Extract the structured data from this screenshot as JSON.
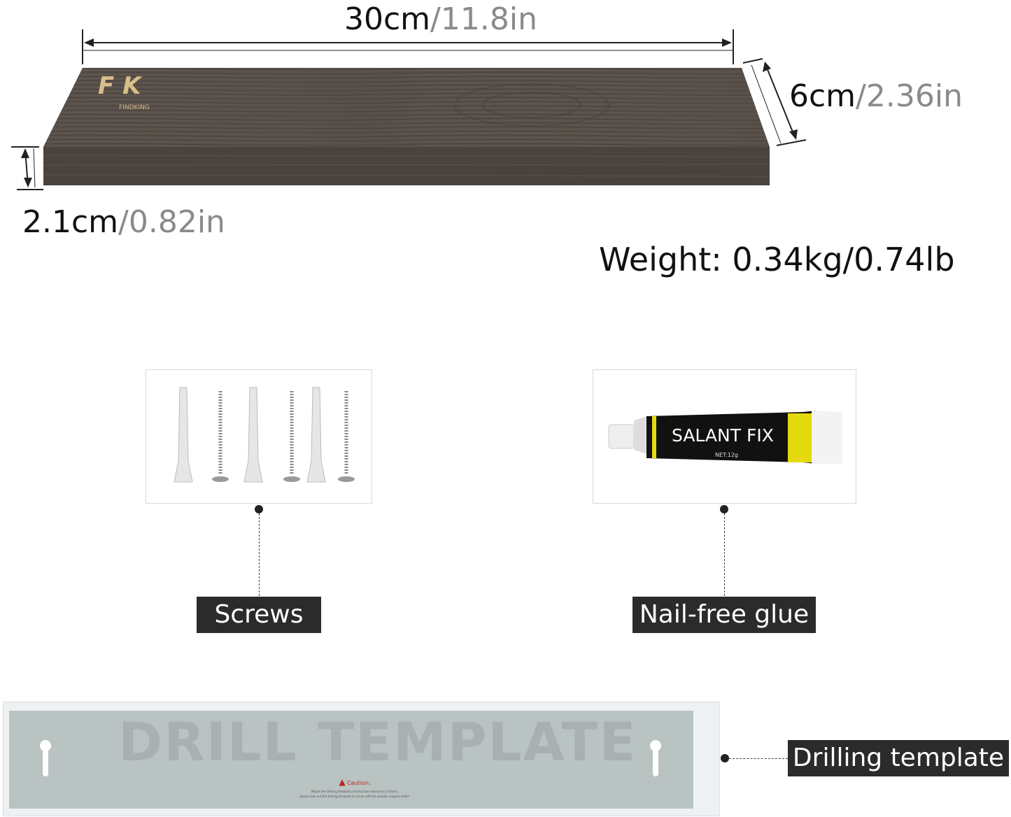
{
  "dimensions": {
    "length": {
      "metric": "30cm",
      "imperial": "/11.8in"
    },
    "depth": {
      "metric": "6cm",
      "imperial": "/2.36in"
    },
    "height": {
      "metric": "2.1cm",
      "imperial": "/0.82in"
    }
  },
  "weight": "Weight: 0.34kg/0.74lb",
  "logo_text": "FINDKING",
  "accessories": [
    {
      "label": "Screws",
      "image": "screws-and-anchors"
    },
    {
      "label": "Nail-free glue",
      "image": "glue-tube",
      "tube_text": "SALANT FIX",
      "tube_net": "NET:12g"
    }
  ],
  "drill_template": {
    "label": "Drilling template",
    "watermark": "DRILL TEMPLATE",
    "caution_title": "Caution:",
    "caution_line1": "Maybe the Drilling template printing have tolerance (1-3mm),",
    "caution_line2": "please take out the Drilling template to check with the wooden magnet holder"
  },
  "colors": {
    "wood_top": "#5a524b",
    "wood_front": "#4a433d",
    "tag_bg": "#2b2b2b",
    "template": "#b9c3c2"
  }
}
